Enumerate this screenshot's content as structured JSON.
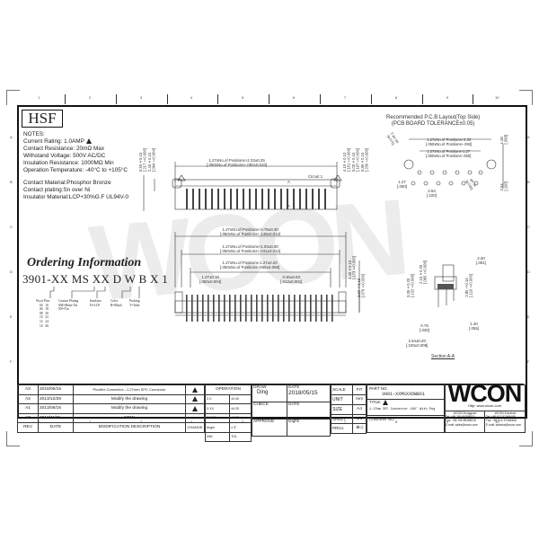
{
  "ruler": {
    "columns": [
      "1",
      "2",
      "3",
      "4",
      "5",
      "6",
      "7",
      "8",
      "9",
      "10"
    ],
    "rows": [
      "A",
      "B",
      "C",
      "D",
      "E",
      "F"
    ]
  },
  "logo_box": "HSF",
  "notes": {
    "heading": "NOTES:",
    "lines": [
      "Current Rating: 1.0AMP",
      "Contact Resistance: 20mΩ Max",
      "Withstand Voltage: 500V AC/DC",
      "Insulation Resistance: 1000MΩ Min",
      "Operation Temperature: -40°C to +105°C"
    ],
    "materials": [
      "Contact Material:Phosphor Bronze",
      "Contact plating:Sn over Ni",
      "Insulator Material:LCP+30%G.F UL94V-0"
    ]
  },
  "ordering": {
    "title": "Ordering Information",
    "code": "3901-XX MS XX D W B X 1",
    "legend": {
      "positions_label": "No.of Pins",
      "positions": [
        [
          "04",
          "16"
        ],
        [
          "06",
          "18"
        ],
        [
          "08",
          "20"
        ],
        [
          "10",
          "22"
        ],
        [
          "12",
          "24"
        ],
        [
          "14",
          "26"
        ]
      ],
      "plating_label": "Contact Plating",
      "plating": [
        "SM=Matte Tin",
        "SN=Tin"
      ],
      "insulator_label": "Insulator",
      "insulator": "D=LCP",
      "color_label": "Color",
      "color": "B=Black",
      "packing_label": "Packing",
      "packing": "T=Tube"
    }
  },
  "top_view": {
    "dim_overall": "1.27xNo.of Positions+2.33±0.25",
    "dim_overall_in": "[.050xNo.of Positions+.092±0.010]",
    "circuit_label": "Circuit 1",
    "section_mark": "A",
    "left_h1": "5.50±0.15",
    "left_h1_in": "[.217±0.006]",
    "left_h2": "2.40±0.10",
    "left_h2_in": "[.094±0.004]",
    "right_h1": "4.10±0.10",
    "right_h1_in": "[.161±0.004]",
    "right_h2": "5.00±0.15",
    "right_h2_in": "[.197±0.006]",
    "right_h3": "5.85±0.15",
    "right_h3_in": "[.230±0.006]"
  },
  "front_view": {
    "dim1": "1.27xNo.of Positions+3.78±0.30",
    "dim1_in": "[.050xNo.of Positions+.149±0.012]",
    "dim2": "1.27xNo.of Positions+1.03±0.30",
    "dim2_in": "[.050xNo.of Positions+.041±0.012]",
    "dim3": "1.27xNo.of Positions-1.27±0.20",
    "dim3_in": "[.050xNo.of Positions-.050±0.008]",
    "pitch": "1.27±0.10",
    "pitch_in": "[.050±0.004]",
    "pin_width": "0.30±0.03",
    "pin_width_in": "[.012±0.001]",
    "height1": "4.40±0.15",
    "height1_in": "[.173±0.006]",
    "height2": "2.00±0.15",
    "height2_in": "[.079±0.006]"
  },
  "pcb_layout": {
    "title": "Recommended P.C.B Layout(Top Side)",
    "subtitle": "(PCB BOARD TOLERANCE±0.05)",
    "hole_large": "2-φ1.90",
    "hole_large_in": "[φ.075]",
    "dim_a": "1.27xNo.of Positions+2.33",
    "dim_a_in": "[.050xNo.of Positions+.092]",
    "dim_b": "1.27xNo.of Positions-1.27",
    "dim_b_in": "[.050xNo.of Positions-.050]",
    "pitch": "1.27",
    "pitch_in": "[.050]",
    "row_pitch": "2.54",
    "row_pitch_in": "[.100]",
    "hole_small": "φ0.76",
    "hole_small_in": "[φ.030]",
    "right_v1": "1.48",
    "right_v1_in": "[.058]",
    "right_v2": "2.54",
    "right_v2_in": "[.100]"
  },
  "section_view": {
    "title": "Section A-A",
    "w_top": "2.30",
    "w_top_in": "[.091]",
    "h1": "3.35±0.20",
    "h1_in": "[.132±0.008]",
    "h2": "2.15±0.20",
    "h2_in": "[.085±0.008]",
    "h3": "2.80±0.15",
    "h3_in": "[.110±0.006]",
    "pin_d": "0.76",
    "pin_d_in": "[.030]",
    "lead": "1.40",
    "lead_in": "[.055]",
    "row": "2.54±0.20",
    "row_in": "[.100±0.008]"
  },
  "revisions": [
    {
      "rev": "A3",
      "date": "2018/05/15",
      "desc": "Picoflex Connector---1.27mm SPC Connector",
      "change": "triangle"
    },
    {
      "rev": "A2",
      "date": "2013/12/26",
      "desc": "Modify the drawing",
      "change": "triangle"
    },
    {
      "rev": "A1",
      "date": "2013/08/16",
      "desc": "Modify the drawing",
      "change": "triangle"
    },
    {
      "rev": "A0",
      "date": "2012/11/01",
      "desc": "NEW",
      "change": "—"
    }
  ],
  "rev_header": {
    "rev": "REV",
    "date": "DATE",
    "desc": "MODIFICATION DESCRIPTION",
    "change": "CHANGE"
  },
  "tolerance": {
    "header": "OPERATION",
    "rows": [
      [
        "X.X",
        "±0.40"
      ],
      [
        "X.XX",
        "±0.25"
      ],
      [
        "X.XXX",
        "±0.15"
      ],
      [
        "Angle",
        "± 3°"
      ],
      [
        "DIM",
        "TOL"
      ]
    ]
  },
  "signoff": {
    "draw_label": "DRAW",
    "draw_name": "Ding",
    "check_label": "CHECK",
    "approve_label": "APPROVE",
    "date_label": "DATE",
    "date_value": "2018/05/15"
  },
  "sheet_info": {
    "scale_label": "SCALE",
    "scale_value": "FIT",
    "unit_label": "UNIT",
    "unit_value": "mm",
    "size_label": "SIZE",
    "size_value": "A4",
    "sheet_label": "SHEET",
    "sheet_value": "1/1",
    "proj_label": "PROJ.",
    "proj_value": "⊕◁"
  },
  "part": {
    "part_no_label": "PART NO.",
    "part_no": "3901-XXMSXXDWBX1",
    "title_label": "TITLE:",
    "title": "1.27mm SPC Connector 180° With Peg",
    "customer_label": "Customer NO."
  },
  "company": {
    "logo": "WCON",
    "url": "Http: www.wcon.com",
    "offices": [
      {
        "name": "WCON-Dongguan",
        "tel": "Tel: +86 769 85358920",
        "fax": "Fax: +86 769 85358915",
        "email": "E-mail: sales@wcon.com"
      },
      {
        "name": "WCON-Kunshan",
        "tel": "Tel: +86 512 57468408",
        "fax": "Fax: +86 512 57468468",
        "email": "E-mail: salesks@wcon.com"
      }
    ]
  },
  "watermark": "WCON"
}
